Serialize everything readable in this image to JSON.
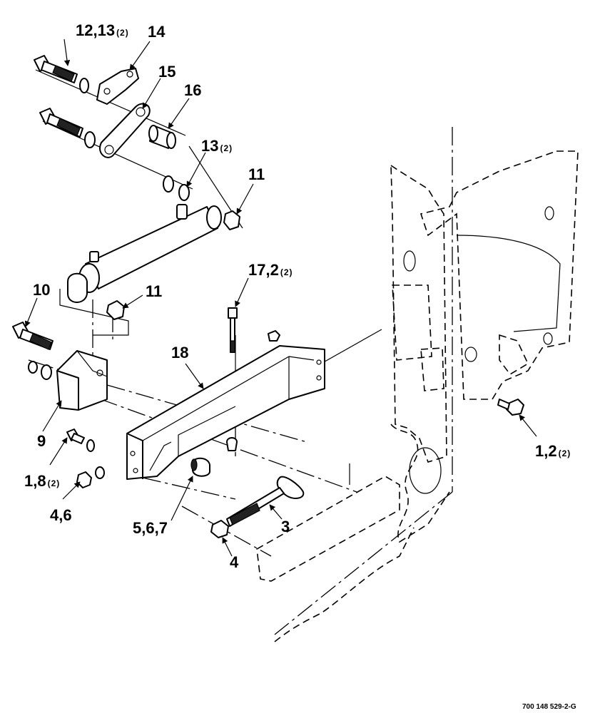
{
  "callouts": {
    "c12_13": {
      "text": "12,13",
      "qty": "(2)"
    },
    "c14": {
      "text": "14"
    },
    "c15": {
      "text": "15"
    },
    "c16": {
      "text": "16"
    },
    "c13": {
      "text": "13",
      "qty": "(2)"
    },
    "c11_top": {
      "text": "11"
    },
    "c17_2": {
      "text": "17,2",
      "qty": "(2)"
    },
    "c10": {
      "text": "10"
    },
    "c11_mid": {
      "text": "11"
    },
    "c18": {
      "text": "18"
    },
    "c9": {
      "text": "9"
    },
    "c1_8": {
      "text": "1,8",
      "qty": "(2)"
    },
    "c4_6": {
      "text": "4,6"
    },
    "c5_6_7": {
      "text": "5,6,7"
    },
    "c3": {
      "text": "3"
    },
    "c4": {
      "text": "4"
    },
    "c1_2": {
      "text": "1,2",
      "qty": "(2)"
    }
  },
  "figure_id": "700 148 529-2-G"
}
